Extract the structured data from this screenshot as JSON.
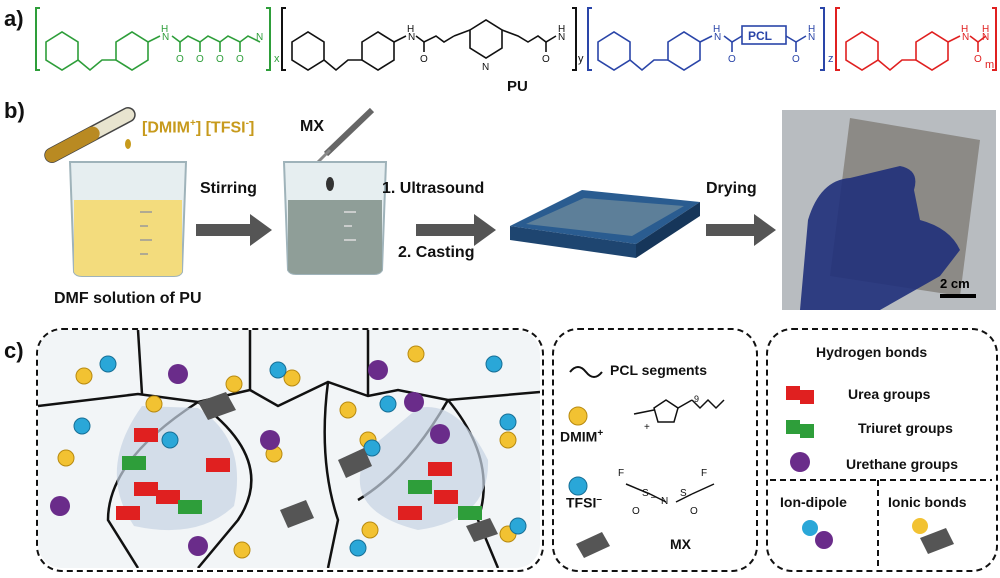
{
  "panels": {
    "a": "a)",
    "b": "b)",
    "c": "c)"
  },
  "polymer": {
    "name": "PU",
    "subscripts": {
      "x": "x",
      "y": "y",
      "z": "z",
      "m": "m"
    },
    "pcl_box": "PCL",
    "atoms": {
      "H": "H",
      "N": "N",
      "O": "O"
    }
  },
  "process": {
    "ionic_liquid": "[DMIM",
    "ionic_liquid_sup": "+",
    "ionic_liquid_anion": "] [TFSI",
    "ionic_liquid_anion_sup": "-",
    "ionic_liquid_close": "]",
    "mx": "MX",
    "step1": "Stirring",
    "step2a": "1.  Ultrasound",
    "step2b": "2. Casting",
    "step3": "Drying",
    "beaker_caption": "DMF solution of PU",
    "scale_bar": "2 cm"
  },
  "legend": {
    "pcl": "PCL segments",
    "dmim": "DMIM",
    "dmim_sup": "+",
    "tfsi": "TFSI",
    "tfsi_sup": "–",
    "mx": "MX",
    "hbond_title": "Hydrogen bonds",
    "urea": "Urea groups",
    "triuret": "Triuret groups",
    "urethane": "Urethane groups",
    "ion_dipole": "Ion-dipole",
    "ionic_bonds": "Ionic bonds",
    "dmim_struct": {
      "n9": "9",
      "plus": "+",
      "minus": "–"
    },
    "tfsi_struct": {
      "F": "F",
      "S": "S",
      "O": "O",
      "N": "N"
    }
  },
  "colors": {
    "green": "#2e9e3a",
    "blue": "#2a45a8",
    "red": "#e02020",
    "cation": "#f2c232",
    "anion": "#2aa7d8",
    "urethane": "#6a2c8a",
    "mx": "#555555",
    "gold_text": "#c79a1c"
  }
}
